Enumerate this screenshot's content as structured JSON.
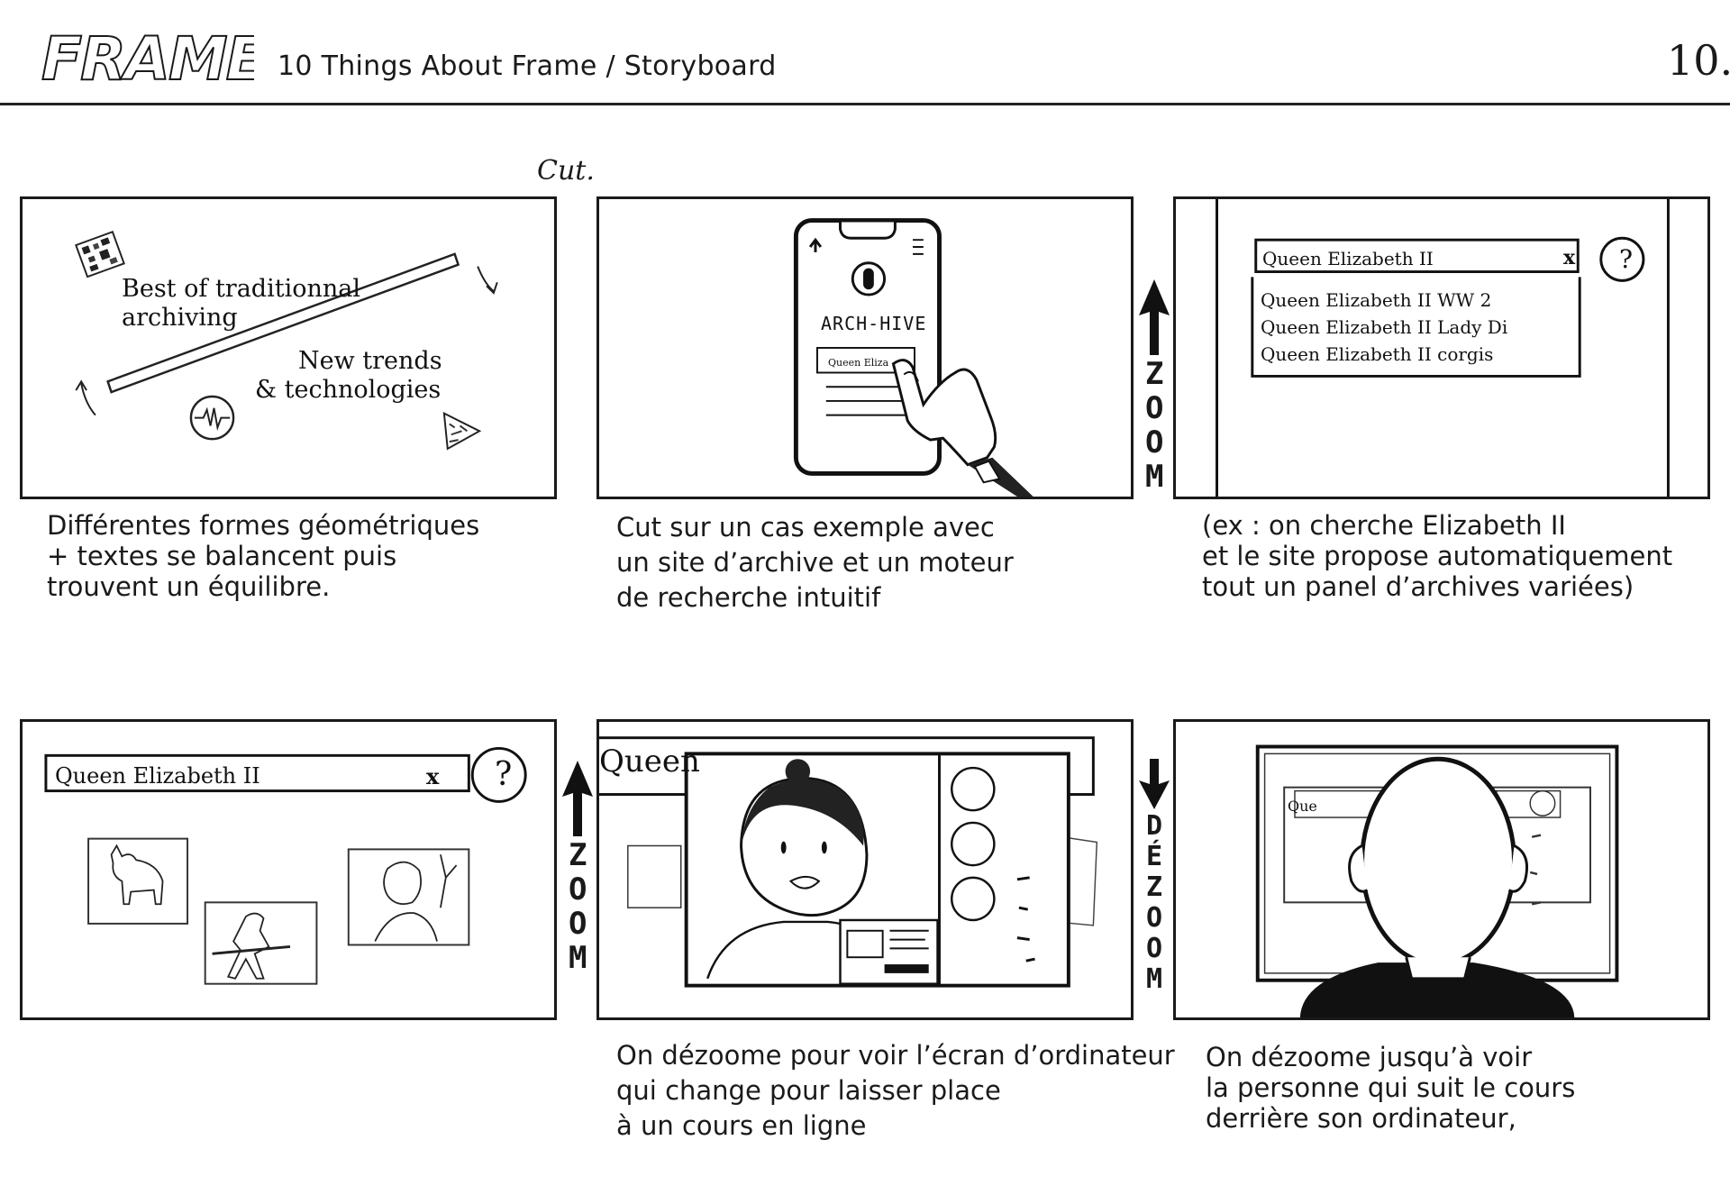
{
  "header": {
    "logo_text": "FRAME",
    "title": "10 Things About Frame / Storyboard",
    "page_number": "10."
  },
  "annotations": {
    "cut": "Cut.",
    "zoom_1": "ZOOM",
    "zoom_2": "ZOOM",
    "dezoom": "DÉZOOM"
  },
  "panels": [
    {
      "id": 1,
      "texts": [
        "Best of traditionnal",
        "archiving",
        "New trends",
        "& technologies"
      ],
      "caption": "Différentes formes géométriques\n+ textes se balancent puis\ntrouvent un équilibre."
    },
    {
      "id": 2,
      "phone_logo": "ARCH-HIVE",
      "phone_search": "Queen Eliza",
      "caption": "Cut sur un cas exemple avec\nun site d’archive et un moteur\nde recherche intuitif"
    },
    {
      "id": 3,
      "search_value": "Queen Elizabeth II",
      "suggestions": [
        "Queen Elizabeth II WW 2",
        "Queen Elizabeth II Lady Di",
        "Queen Elizabeth II corgis"
      ],
      "caption": "(ex : on cherche Elizabeth II\net le site propose automatiquement\ntout un panel d’archives variées)"
    },
    {
      "id": 4,
      "search_value": "Queen Elizabeth II",
      "caption": ""
    },
    {
      "id": 5,
      "bg_search_fragment": "Queen",
      "caption": "On dézoome pour voir l’écran d’ordinateur\nqui change pour laisser place\nà un cours en ligne"
    },
    {
      "id": 6,
      "bg_search_fragment": "Que",
      "caption": "On dézoome jusqu’à voir\nla personne qui suit le cours\nderrière son ordinateur,"
    }
  ],
  "icons": {
    "close": "x",
    "help": "?"
  }
}
